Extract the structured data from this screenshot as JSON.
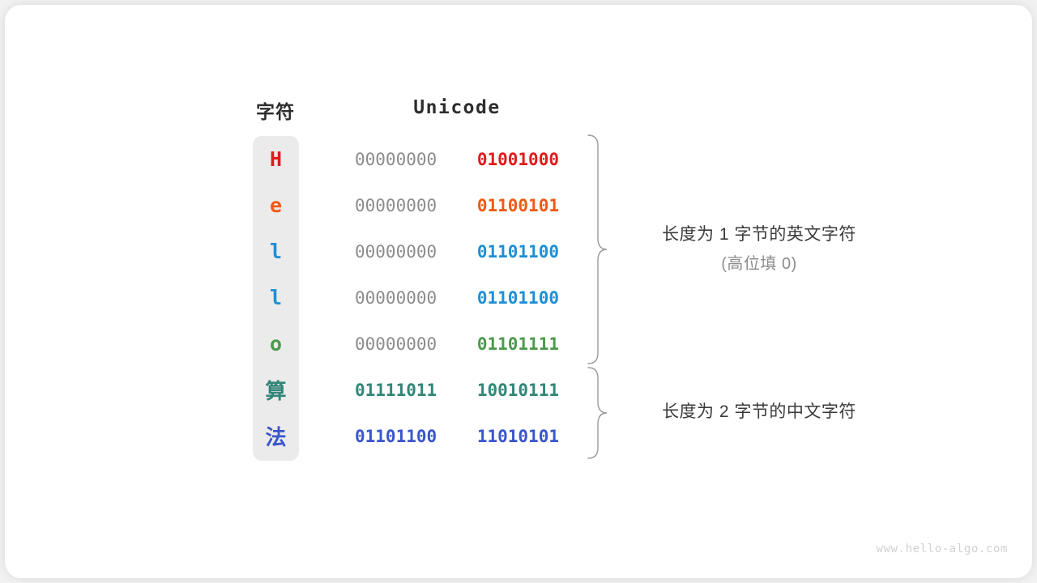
{
  "card": {
    "background": "#ffffff",
    "page_background": "#f2f2f2"
  },
  "headers": {
    "character": "字符",
    "unicode": "Unicode"
  },
  "palette": {
    "padding_gray": "#8c8c8c",
    "annotation_dark": "#3a3a3a",
    "annotation_light": "#8c8c8c",
    "column_background": "#ebebeb",
    "watermark": "#d2d2d2"
  },
  "rows": [
    {
      "char": "H",
      "color": "#e01b1b",
      "cjk": false,
      "byte_high": "00000000",
      "byte_low": "01001000",
      "high_is_padding": true
    },
    {
      "char": "e",
      "color": "#ef5a14",
      "cjk": false,
      "byte_high": "00000000",
      "byte_low": "01100101",
      "high_is_padding": true
    },
    {
      "char": "l",
      "color": "#1f8fd6",
      "cjk": false,
      "byte_high": "00000000",
      "byte_low": "01101100",
      "high_is_padding": true
    },
    {
      "char": "l",
      "color": "#1f8fd6",
      "cjk": false,
      "byte_high": "00000000",
      "byte_low": "01101100",
      "high_is_padding": true
    },
    {
      "char": "o",
      "color": "#4c9a4c",
      "cjk": false,
      "byte_high": "00000000",
      "byte_low": "01101111",
      "high_is_padding": true
    },
    {
      "char": "算",
      "color": "#328678",
      "cjk": true,
      "byte_high": "01111011",
      "byte_low": "10010111",
      "high_is_padding": false
    },
    {
      "char": "法",
      "color": "#3a55cc",
      "cjk": true,
      "byte_high": "01101100",
      "byte_low": "11010101",
      "high_is_padding": false
    }
  ],
  "annotations": [
    {
      "main": "长度为 1 字节的英文字符",
      "sub": "(高位填 0)"
    },
    {
      "main": "长度为 2 字节的中文字符",
      "sub": ""
    }
  ],
  "watermark": "www.hello-algo.com"
}
